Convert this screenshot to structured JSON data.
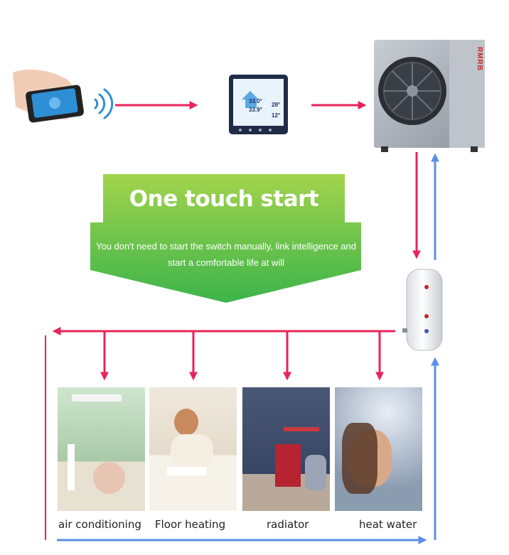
{
  "banner": {
    "title": "One touch start",
    "subtitle_line1": "You don't need to start the switch manually, link intelligence and",
    "subtitle_line2": "start a comfortable life at will"
  },
  "unit": {
    "brand": "RMRB"
  },
  "controller": {
    "temp_1": "33.0°",
    "temp_2": "33.9°",
    "temp_3": "28°",
    "temp_4": "12°"
  },
  "applications": [
    {
      "label": "air conditioning"
    },
    {
      "label": "Floor heating"
    },
    {
      "label": "radiator"
    },
    {
      "label": "heat water"
    }
  ],
  "colors": {
    "flow_red": "#e8235a",
    "flow_blue": "#5b8fe6",
    "banner_green_top": "#9ed14a",
    "banner_green_bottom": "#3fb54a"
  }
}
